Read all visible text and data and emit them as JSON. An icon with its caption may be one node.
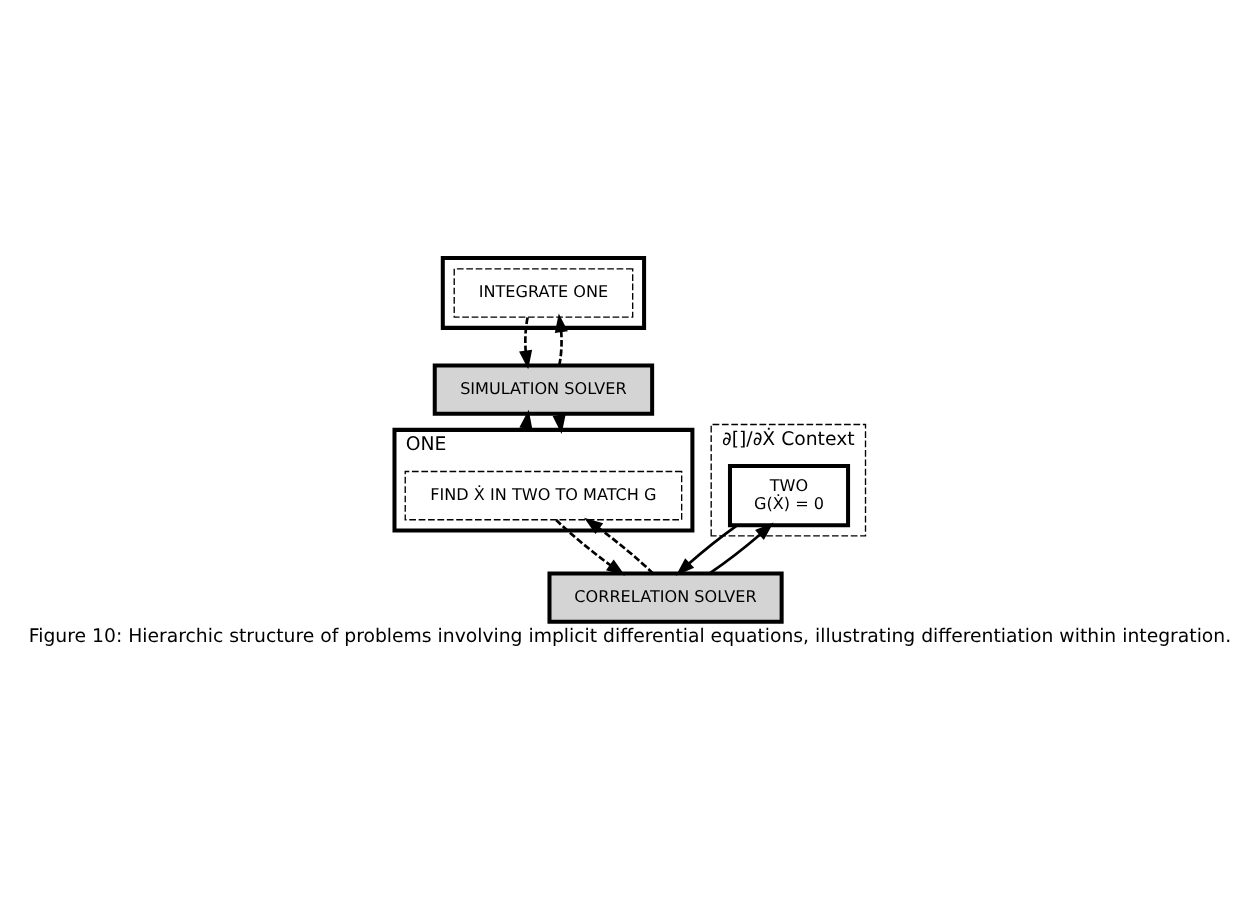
{
  "diagram": {
    "caption": "Figure 10: Hierarchic structure of problems involving implicit differential equations, illustrating differentiation within integration.",
    "nodes": [
      {
        "text": [],
        "shape": "box"
      },
      {
        "text": [
          "INTEGRATE ONE"
        ],
        "in": 0
      },
      {
        "text": [
          "SIMULATION SOLVER"
        ]
      },
      {
        "text": [
          "ONE"
        ]
      },
      {
        "text": [
          "FIND Ẋ IN TWO TO MATCH G"
        ],
        "in": 3
      },
      {
        "text": [
          "CORRELATION SOLVER"
        ]
      },
      {
        "text": [
          "∂[]/∂Ẋ Context"
        ]
      },
      {
        "text": [
          "TWO",
          "G(Ẋ) = 0"
        ],
        "in": 6
      }
    ],
    "edges": [
      {
        "from": 1,
        "to": 2,
        "arrow": "to",
        "style": "dashed"
      },
      {
        "from": 2,
        "to": 1,
        "arrow": "to",
        "style": "dashed"
      },
      {
        "from": 2,
        "to": 3,
        "arrow": "to"
      },
      {
        "from": 3,
        "to": 2,
        "arrow": "to"
      },
      {
        "from": 4,
        "to": 5,
        "arrow": "to",
        "style": "dashed"
      },
      {
        "from": 5,
        "to": 4,
        "arrow": "to",
        "style": "dashed"
      },
      {
        "from": 5,
        "to": 7,
        "arrow": "to"
      },
      {
        "from": 7,
        "to": 5,
        "arrow": "to"
      }
    ]
  }
}
